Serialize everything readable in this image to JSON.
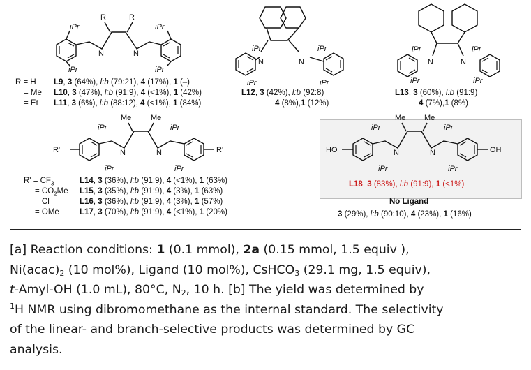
{
  "labels": {
    "r": "R",
    "ipr": "iPr",
    "n": "N",
    "me": "Me",
    "rprime": "R'",
    "ho": "HO",
    "oh": "OH"
  },
  "panel1": {
    "rows": [
      {
        "prefix": "R = H",
        "ligand": "L9",
        "p3": "3",
        "y3": " (64%), ",
        "sel_label": "l:b",
        "sel": " (79:21), ",
        "p4": "4",
        "y4": " (17%), ",
        "p1": "1",
        "y1": " (–)"
      },
      {
        "prefix": "= Me",
        "ligand": "L10",
        "p3": "3",
        "y3": " (47%), ",
        "sel_label": "l:b",
        "sel": " (91:9), ",
        "p4": "4",
        "y4": " (<1%), ",
        "p1": "1",
        "y1": " (42%)"
      },
      {
        "prefix": "= Et",
        "ligand": "L11",
        "p3": "3",
        "y3": " (6%), ",
        "sel_label": "l:b",
        "sel": " (88:12), ",
        "p4": "4",
        "y4": " (<1%), ",
        "p1": "1",
        "y1": " (84%)"
      }
    ]
  },
  "panel2": {
    "line1": {
      "ligand": "L12",
      "p3": "3",
      "y3": " (42%), ",
      "sel_label": "l:b",
      "sel": " (92:8)"
    },
    "line2": {
      "p4": "4",
      "y4": " (8%),",
      "p1": "1",
      "y1": " (12%)"
    }
  },
  "panel3": {
    "line1": {
      "ligand": "L13",
      "p3": "3",
      "y3": " (60%), ",
      "sel_label": "l:b",
      "sel": " (91:9)"
    },
    "line2": {
      "p4": "4",
      "y4": " (7%),",
      "p1": "1",
      "y1": " (8%)"
    }
  },
  "panel4": {
    "rows": [
      {
        "prefix": "R' = CF",
        "prefix_sub": "3",
        "ligand": "L14",
        "p3": "3",
        "y3": " (36%), ",
        "sel_label": "l:b",
        "sel": " (91:9), ",
        "p4": "4",
        "y4": " (<1%), ",
        "p1": "1",
        "y1": " (63%)"
      },
      {
        "prefix": "= CO",
        "prefix_sub": "2",
        "prefix_tail": "Me",
        "ligand": "L15",
        "p3": "3",
        "y3": " (35%), ",
        "sel_label": "l:b",
        "sel": " (91:9), ",
        "p4": "4",
        "y4": " (3%), ",
        "p1": "1",
        "y1": " (63%)"
      },
      {
        "prefix": "= Cl",
        "ligand": "L16",
        "p3": "3",
        "y3": " (36%), ",
        "sel_label": "l:b",
        "sel": " (91:9), ",
        "p4": "4",
        "y4": " (3%), ",
        "p1": "1",
        "y1": " (57%)"
      },
      {
        "prefix": "= OMe",
        "ligand": "L17",
        "p3": "3",
        "y3": " (70%), ",
        "sel_label": "l:b",
        "sel": " (91:9), ",
        "p4": "4",
        "y4": " (<1%), ",
        "p1": "1",
        "y1": " (20%)"
      }
    ]
  },
  "panel5": {
    "line1": {
      "ligand": "L18",
      "p3": "3",
      "y3": " (83%), ",
      "sel_label": "l:b",
      "sel": " (91:9), ",
      "p1": "1",
      "y1": " (<1%)"
    },
    "no_ligand": "No Ligand",
    "line2": {
      "p3": "3",
      "y3": " (29%), ",
      "sel_label": "l:b",
      "sel": " (90:10), ",
      "p4": "4",
      "y4": " (23%), ",
      "p1": "1",
      "y1": " (16%)"
    },
    "highlight_color": "#cc1f1f"
  },
  "footnote": {
    "a_marker": "[a]",
    "a_text1": " Reaction conditions: ",
    "cmpd1": "1",
    "a_text2": " (0.1 mmol), ",
    "cmpd2a": "2a",
    "a_text3": " (0.15 mmol, 1.5 equiv ),",
    "ni": "Ni(acac)",
    "ni_sub": "2",
    "a_text4": " (10 mol%), Ligand (10 mol%), CsHCO",
    "cs_sub": "3",
    "a_text5": " (29.1 mg, 1.5 equiv),",
    "tamyl": "t",
    "a_text6": "-Amyl-OH (1.0 mL), 80°C, N",
    "n2_sub": "2",
    "a_text7": ", 10 h. ",
    "b_marker": "[b]",
    "b_text1": " The yield was determined by",
    "h_sup": "1",
    "b_text2": "H NMR using dibromomethane as the internal standard. The selectivity",
    "b_text3": "of the linear- and branch-selective products was determined by GC",
    "b_text4": "analysis."
  }
}
